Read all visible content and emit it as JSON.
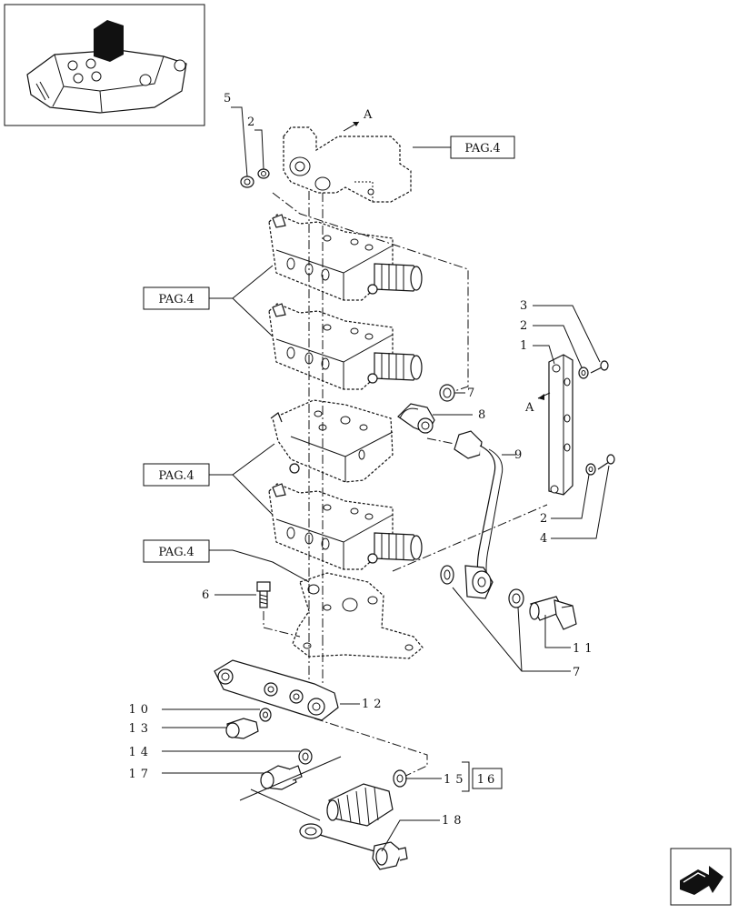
{
  "page_refs": [
    {
      "id": "pag4-top",
      "text": "PAG.4"
    },
    {
      "id": "pag4-a",
      "text": "PAG.4"
    },
    {
      "id": "pag4-b",
      "text": "PAG.4"
    },
    {
      "id": "pag4-c",
      "text": "PAG.4"
    }
  ],
  "view_markers": {
    "a1": "A",
    "a2": "A"
  },
  "callouts": {
    "c1": "1",
    "c2a": "2",
    "c2b": "2",
    "c2c": "2",
    "c3": "3",
    "c4": "4",
    "c5": "5",
    "c6": "6",
    "c7a": "7",
    "c7b": "7",
    "c8": "8",
    "c9": "9",
    "c10": "10",
    "c11": "11",
    "c12": "12",
    "c13": "13",
    "c14": "14",
    "c15": "15",
    "c16": "16",
    "c17": "17",
    "c18": "18"
  }
}
